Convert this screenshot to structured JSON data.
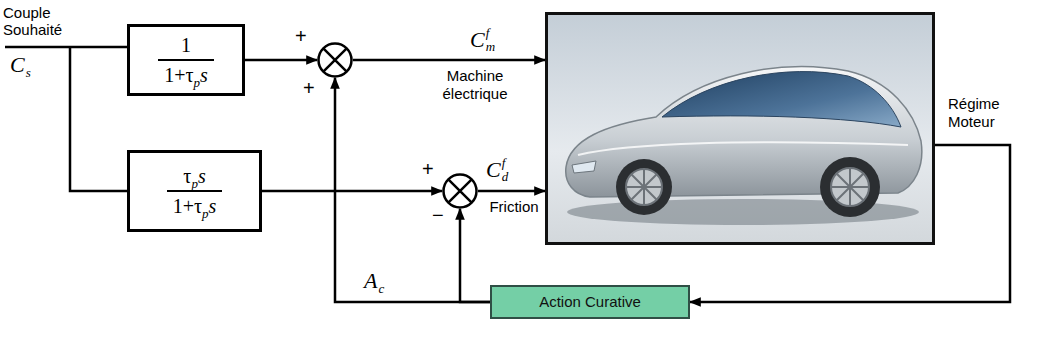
{
  "diagram": {
    "nodes": [
      {
        "text": [
          "1",
          "1+τ",
          "p",
          "s"
        ]
      },
      {
        "text": [
          "+",
          "+"
        ]
      },
      {
        "text": [
          "τ",
          "p",
          "s",
          "1+τ",
          "p",
          "s"
        ]
      },
      {
        "text": [
          "+",
          "−"
        ]
      },
      {
        "text": [
          "Régime Moteur"
        ]
      },
      {
        "text": [
          "Action Curative"
        ]
      }
    ],
    "edges": [
      {
        "from": 0,
        "to": 1,
        "arrow": "to"
      },
      {
        "from": 2,
        "to": 3,
        "arrow": "to"
      },
      {
        "from": 1,
        "to": 4,
        "arrow": "to",
        "label": "Machine électrique"
      },
      {
        "from": 3,
        "to": 4,
        "arrow": "to",
        "label": "Friction"
      },
      {
        "from": 4,
        "to": 5,
        "arrow": "to"
      },
      {
        "from": 5,
        "to": 1,
        "arrow": "to"
      },
      {
        "from": 5,
        "to": 3,
        "arrow": "to"
      }
    ],
    "labels": [
      "Couple Souhaité",
      "C",
      "s",
      "C",
      "m",
      "f",
      "C",
      "d",
      "f",
      "A",
      "c"
    ]
  }
}
